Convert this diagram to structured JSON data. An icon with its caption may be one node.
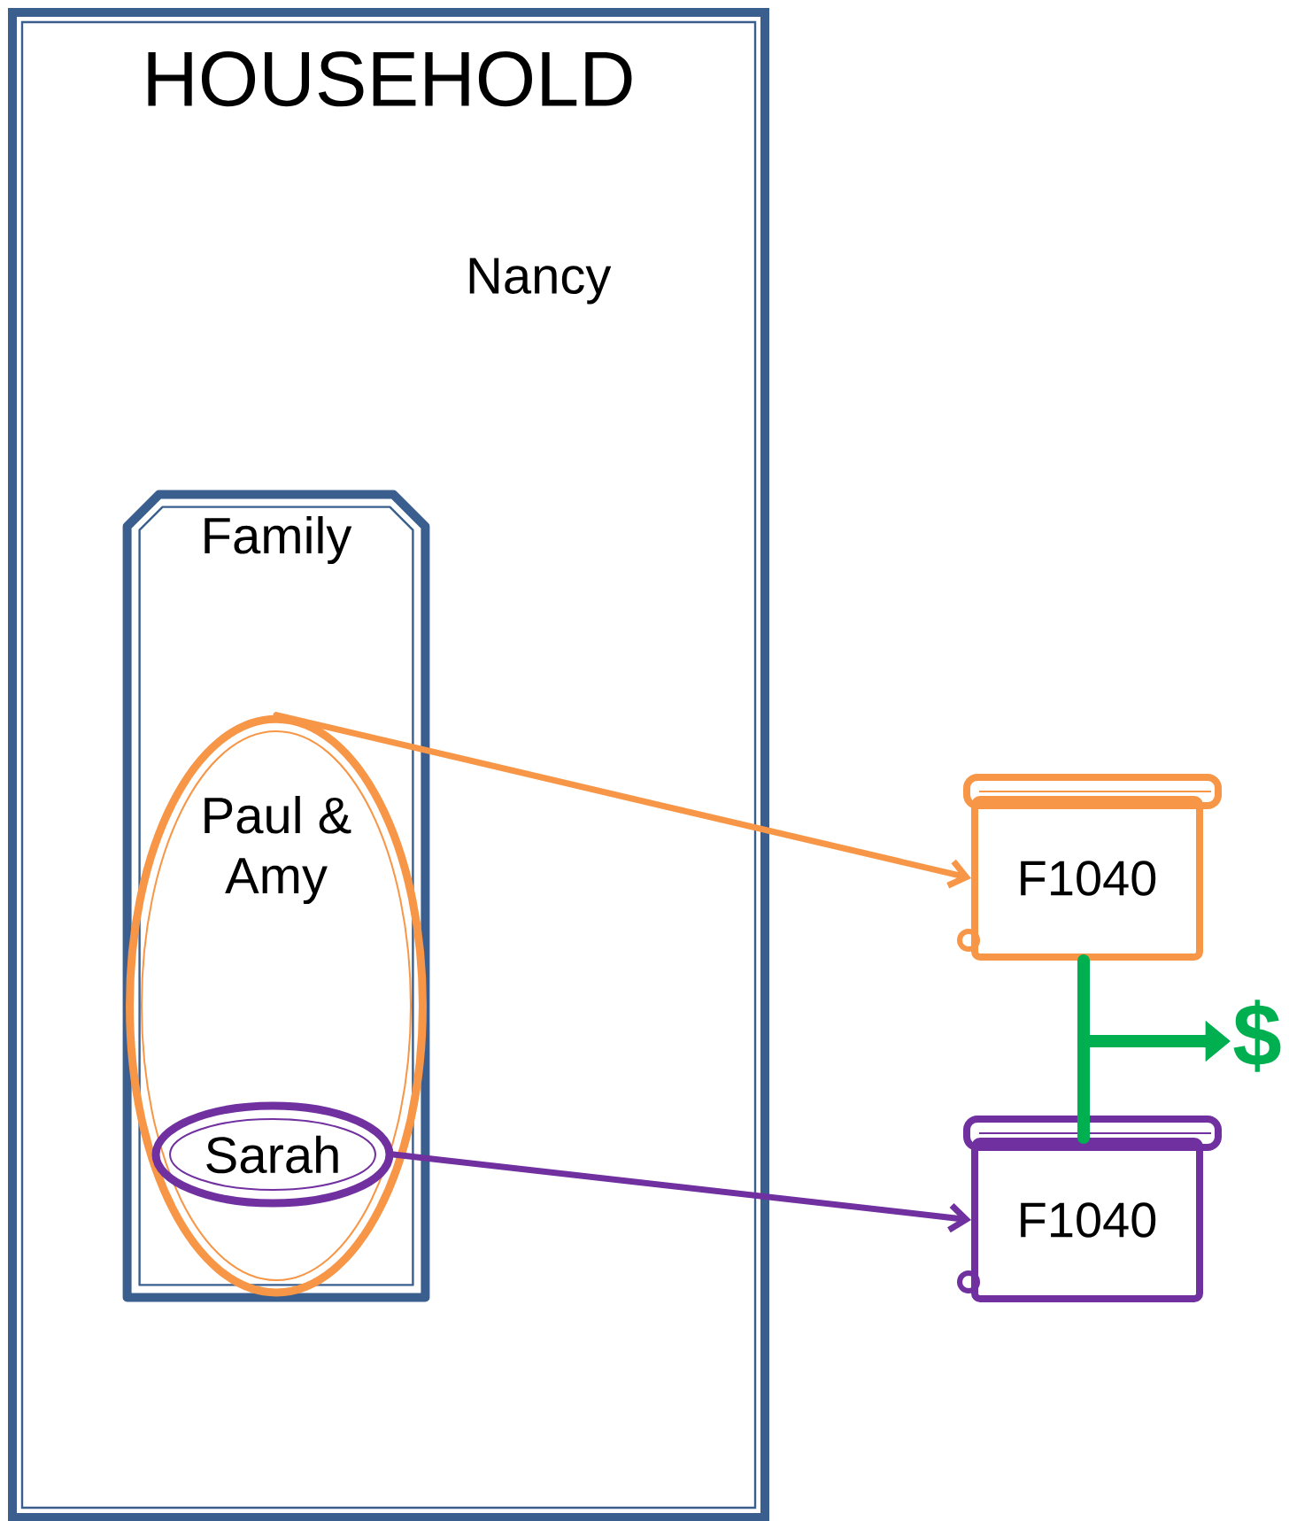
{
  "diagram": {
    "nodes": [
      {
        "text": [
          "HOUSEHOLD",
          "Nancy"
        ]
      },
      {
        "text": [
          "Family"
        ],
        "in": 0
      },
      {
        "text": [
          "Paul & Amy"
        ],
        "in": 1
      },
      {
        "text": [
          "Sarah"
        ],
        "in": 2
      },
      {
        "text": [
          "F1040"
        ]
      },
      {
        "text": [
          "F1040"
        ]
      },
      {
        "text": [
          "$"
        ]
      }
    ],
    "edges": [
      {
        "from": 2,
        "to": 4,
        "arrow": "to",
        "color": "#f79646"
      },
      {
        "from": 3,
        "to": 5,
        "arrow": "to",
        "color": "#7030a0"
      },
      {
        "from": 4,
        "to": 6,
        "arrow": "to",
        "style": "thick",
        "color": "#00b050"
      },
      {
        "from": 5,
        "to": 6,
        "arrow": "to",
        "style": "thick",
        "color": "#00b050"
      }
    ]
  }
}
